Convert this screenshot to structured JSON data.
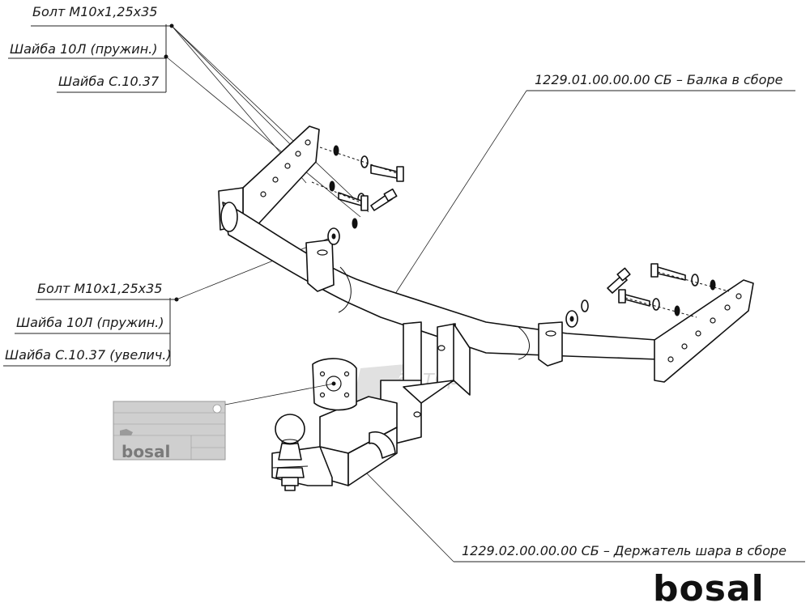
{
  "labels": {
    "top_group": {
      "bolt": "Болт М10х1,25х35",
      "spring_washer": "Шайба 10Л (пружин.)",
      "washer": "Шайба С.10.37"
    },
    "mid_group": {
      "bolt": "Болт М10х1,25х35",
      "spring_washer": "Шайба 10Л (пружин.)",
      "washer": "Шайба С.10.37 (увелич.)"
    },
    "beam_assembly": "1229.01.00.00.00 СБ – Балка в сборе",
    "ball_holder": "1229.02.00.00.00 СБ – Держатель шара в сборе"
  },
  "brand": "bosal",
  "plate": {
    "logo": "bosal"
  },
  "colors": {
    "line": "#111111",
    "plate": "#cfcfcf",
    "watermark": "#d4d4d4"
  }
}
